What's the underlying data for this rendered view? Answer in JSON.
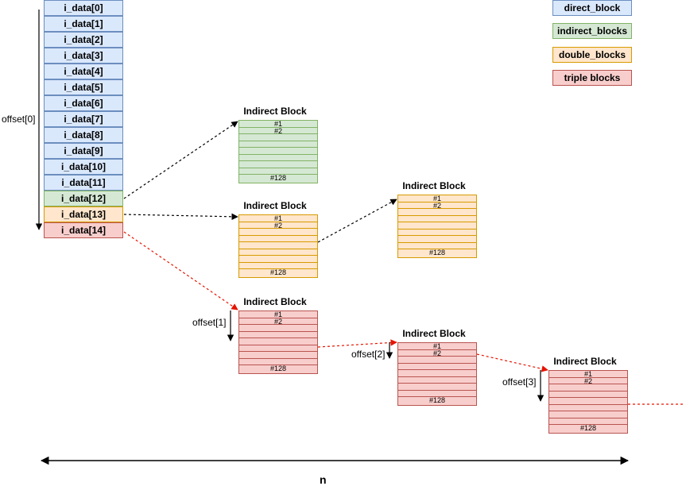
{
  "colors": {
    "direct_fill": "#dae8fc",
    "direct_stroke": "#6c8ebf",
    "indirect_fill": "#d5e8d4",
    "indirect_stroke": "#82b366",
    "double_fill": "#ffe6cc",
    "double_stroke": "#d79b00",
    "triple_fill": "#f8cecc",
    "triple_stroke": "#b85450",
    "black_arrow": "#000000",
    "red_arrow": "#e51400"
  },
  "legend": [
    {
      "label": "direct_block",
      "kind": "direct"
    },
    {
      "label": "indirect_blocks",
      "kind": "indirect"
    },
    {
      "label": "double_blocks",
      "kind": "double"
    },
    {
      "label": "triple blocks",
      "kind": "triple"
    }
  ],
  "i_data": [
    {
      "label": "i_data[0]",
      "kind": "direct"
    },
    {
      "label": "i_data[1]",
      "kind": "direct"
    },
    {
      "label": "i_data[2]",
      "kind": "direct"
    },
    {
      "label": "i_data[3]",
      "kind": "direct"
    },
    {
      "label": "i_data[4]",
      "kind": "direct"
    },
    {
      "label": "i_data[5]",
      "kind": "direct"
    },
    {
      "label": "i_data[6]",
      "kind": "direct"
    },
    {
      "label": "i_data[7]",
      "kind": "direct"
    },
    {
      "label": "i_data[8]",
      "kind": "direct"
    },
    {
      "label": "i_data[9]",
      "kind": "direct"
    },
    {
      "label": "i_data[10]",
      "kind": "direct"
    },
    {
      "label": "i_data[11]",
      "kind": "direct"
    },
    {
      "label": "i_data[12]",
      "kind": "indirect"
    },
    {
      "label": "i_data[13]",
      "kind": "double"
    },
    {
      "label": "i_data[14]",
      "kind": "triple"
    }
  ],
  "block_title": "Indirect Block",
  "block_rows": {
    "first": "#1",
    "second": "#2",
    "last": "#128"
  },
  "blocks": [
    {
      "id": "blk-indirect",
      "kind": "indirect"
    },
    {
      "id": "blk-double-1",
      "kind": "double"
    },
    {
      "id": "blk-double-2",
      "kind": "double"
    },
    {
      "id": "blk-triple-1",
      "kind": "triple"
    },
    {
      "id": "blk-triple-2",
      "kind": "triple"
    },
    {
      "id": "blk-triple-3",
      "kind": "triple"
    }
  ],
  "offsets": {
    "offset0": "offset[0]",
    "offset1": "offset[1]",
    "offset2": "offset[2]",
    "offset3": "offset[3]"
  },
  "n_label": "n"
}
